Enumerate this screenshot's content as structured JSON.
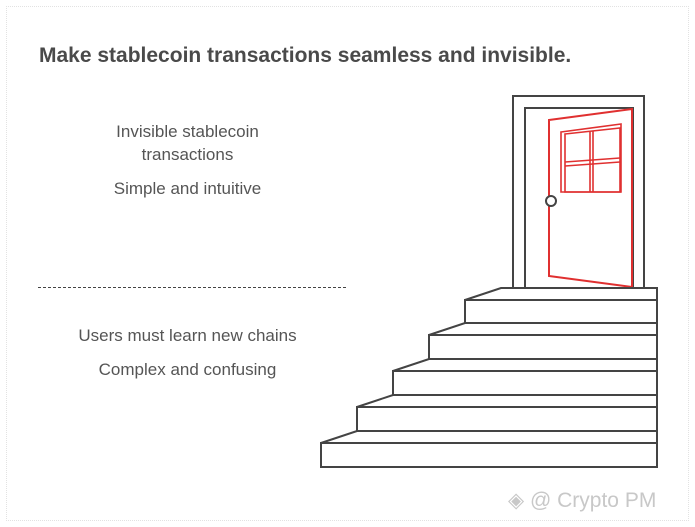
{
  "title": "Make stablecoin transactions seamless and invisible.",
  "top": {
    "line1": "Invisible stablecoin",
    "line2": "transactions",
    "line3": "Simple and intuitive"
  },
  "bottom": {
    "line1": "Users must learn new chains",
    "line2": "Complex and confusing"
  },
  "watermark": "◈ @ Crypto PM",
  "colors": {
    "door": "#e03030",
    "stroke": "#444444"
  }
}
